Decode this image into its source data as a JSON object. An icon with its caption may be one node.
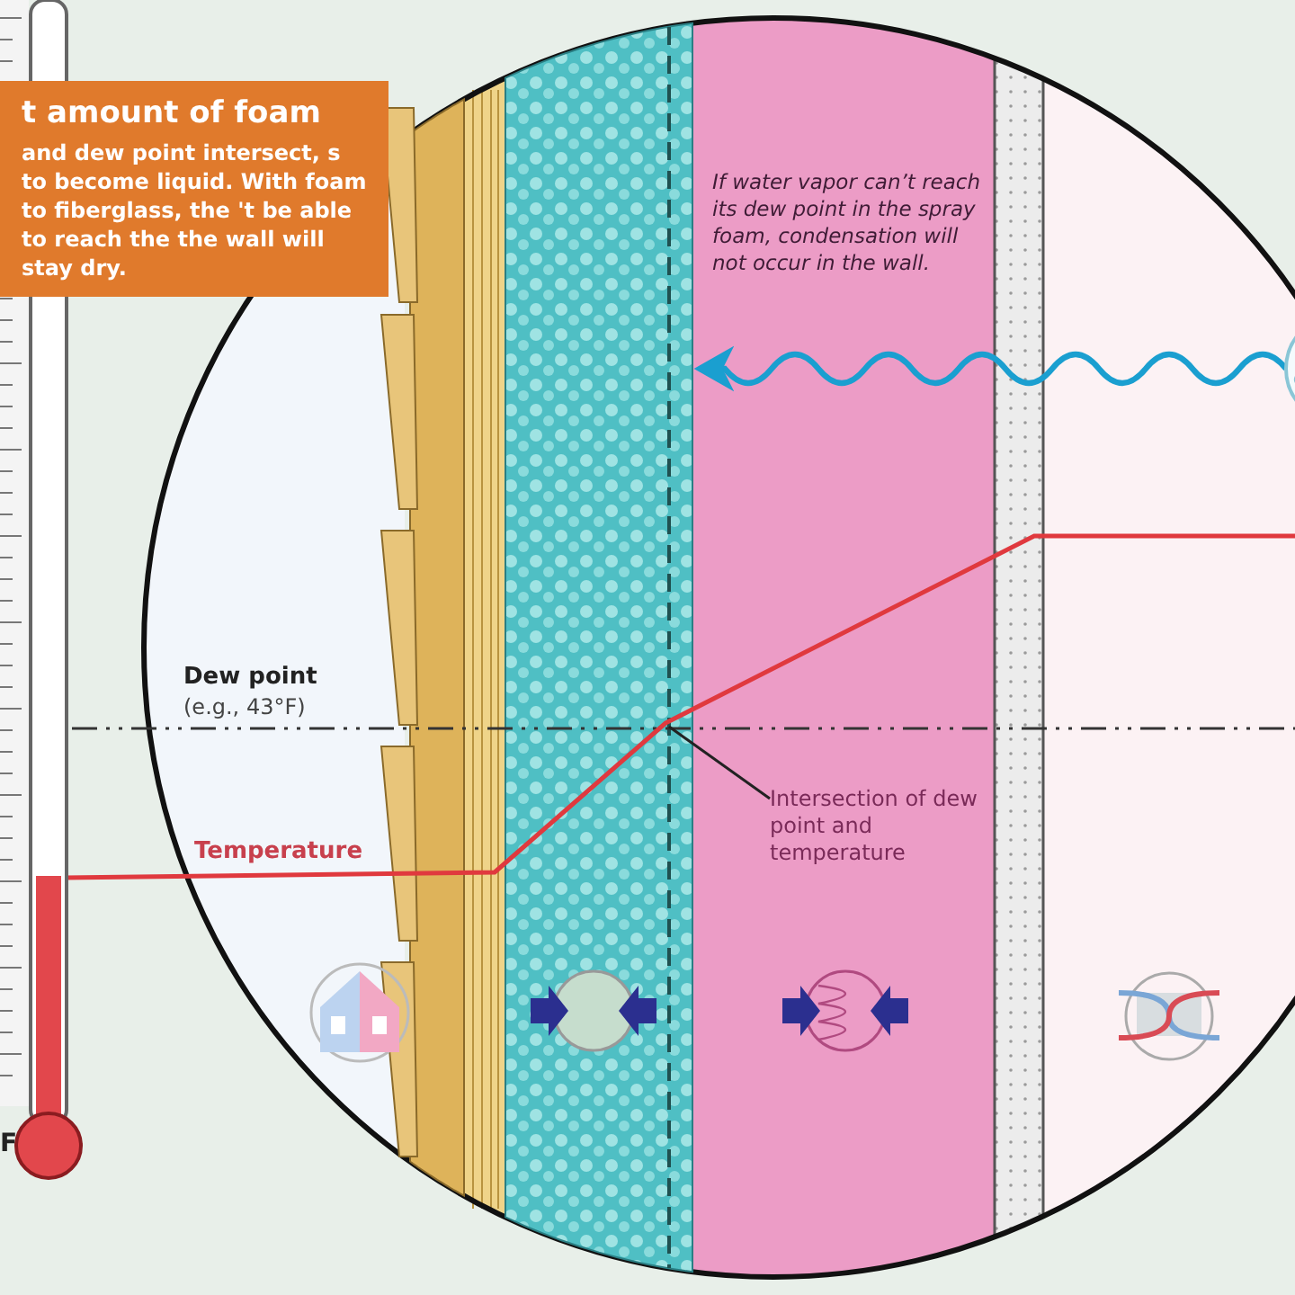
{
  "diagram": {
    "nodes": [
      {
        "text": [
          "t amount of foam",
          "and dew point intersect, s to become liquid. With foam to fiberglass, the 't be able to reach the the wall will stay dry."
        ]
      },
      {
        "text": [
          "If water vapor can’t reach its dew point in the spray foam, condensation will not occur in the wall."
        ]
      },
      {
        "text": [],
        "shape": "circle"
      },
      {
        "text": [],
        "shape": "bar"
      },
      {
        "text": [
          "Intersection of dew point and temperature"
        ]
      }
    ],
    "edges": [
      {
        "from": 2,
        "to": 3,
        "arrow": "to",
        "style": "thick"
      },
      {
        "from": 4,
        "to": 3,
        "arrow": "none",
        "color": "#222222"
      }
    ],
    "labels": [
      "Dew point",
      "(e.g., 43°F)",
      "Temperature",
      "F"
    ]
  }
}
